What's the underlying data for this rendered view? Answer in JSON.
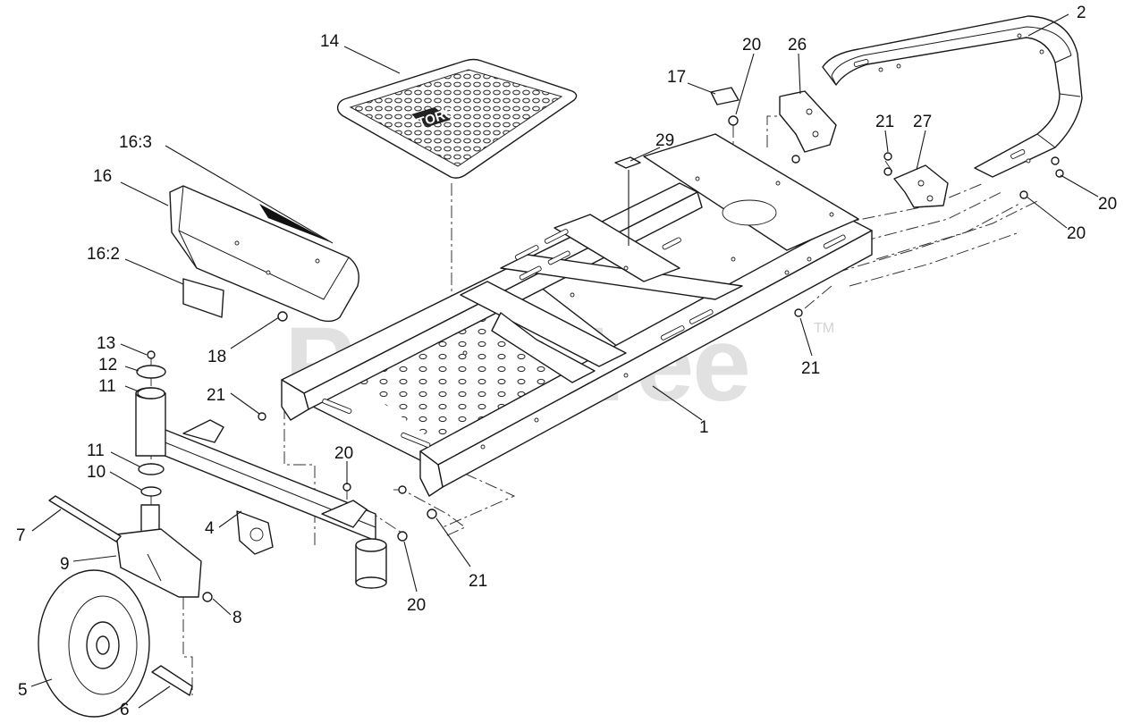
{
  "watermark": {
    "text": "PartsTree",
    "trademark": "TM"
  },
  "logo": {
    "text": "TORO"
  },
  "callouts": {
    "c1": "1",
    "c2": "2",
    "c4": "4",
    "c5": "5",
    "c6": "6",
    "c7": "7",
    "c8": "8",
    "c9": "9",
    "c10": "10",
    "c11a": "11",
    "c11b": "11",
    "c12": "12",
    "c13": "13",
    "c14": "14",
    "c16": "16",
    "c16_2": "16:2",
    "c16_3": "16:3",
    "c17": "17",
    "c18": "18",
    "c20a": "20",
    "c20b": "20",
    "c20c": "20",
    "c20d": "20",
    "c20e": "20",
    "c21a": "21",
    "c21b": "21",
    "c21c": "21",
    "c21d": "21",
    "c26": "26",
    "c27": "27",
    "c29": "29"
  }
}
